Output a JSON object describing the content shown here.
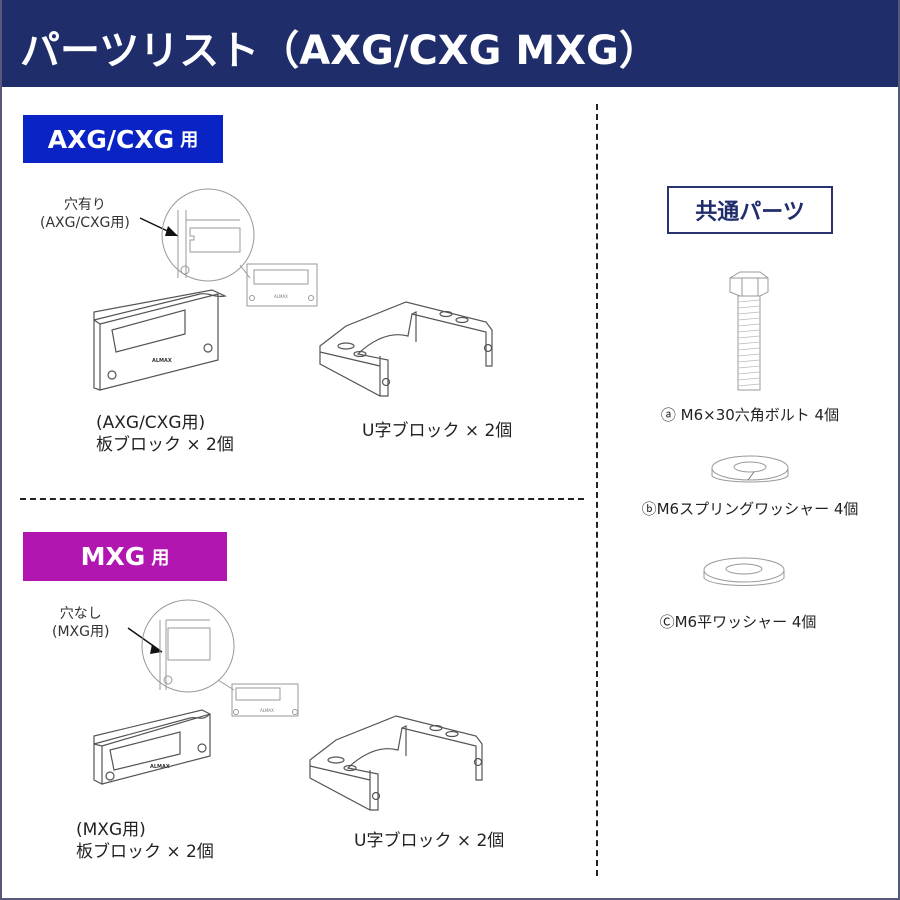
{
  "header": {
    "title": "パーツリスト（AXG/CXG MXG）",
    "bg_color": "#1f2d6b"
  },
  "sections": {
    "axg": {
      "badge_main": "AXG/CXG",
      "badge_suffix": "用",
      "badge_color": "#0a23c4",
      "callout_line1": "穴有り",
      "callout_line2": "(AXG/CXG用)",
      "plate_line1": "(AXG/CXG用)",
      "plate_line2": "板ブロック × 2個",
      "ublock_label": "U字ブロック × 2個",
      "logo_text": "ALMAX"
    },
    "mxg": {
      "badge_main": "MXG",
      "badge_suffix": "用",
      "badge_color": "#b116b1",
      "callout_line1": "穴なし",
      "callout_line2": "(MXG用)",
      "plate_line1": "(MXG用)",
      "plate_line2": "板ブロック × 2個",
      "ublock_label": "U字ブロック × 2個",
      "logo_text": "ALMAX"
    },
    "common": {
      "title": "共通パーツ",
      "items": [
        {
          "label": "ⓐ M6×30六角ボルト 4個",
          "icon": "hex-bolt-icon"
        },
        {
          "label": "ⓑM6スプリングワッシャー 4個",
          "icon": "spring-washer-icon"
        },
        {
          "label": "ⒸM6平ワッシャー 4個",
          "icon": "flat-washer-icon"
        }
      ]
    }
  }
}
